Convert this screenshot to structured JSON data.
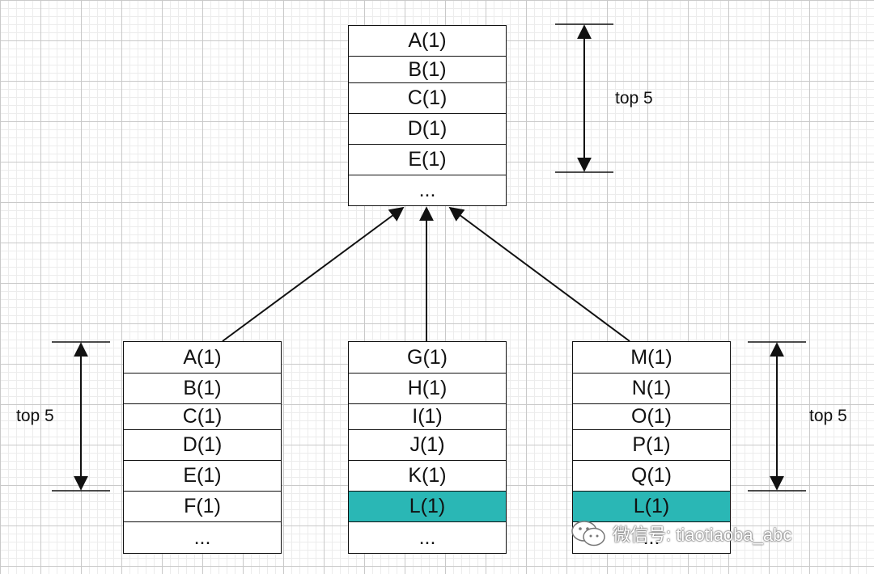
{
  "top_stack": {
    "items": [
      {
        "label": "A(1)"
      },
      {
        "label": "B(1)"
      },
      {
        "label": "C(1)"
      },
      {
        "label": "D(1)"
      },
      {
        "label": "E(1)"
      },
      {
        "label": "..."
      }
    ]
  },
  "left_stack": {
    "items": [
      {
        "label": "A(1)"
      },
      {
        "label": "B(1)"
      },
      {
        "label": "C(1)"
      },
      {
        "label": "D(1)"
      },
      {
        "label": "E(1)"
      },
      {
        "label": "F(1)"
      },
      {
        "label": "..."
      }
    ]
  },
  "middle_stack": {
    "items": [
      {
        "label": "G(1)"
      },
      {
        "label": "H(1)"
      },
      {
        "label": "I(1)"
      },
      {
        "label": "J(1)"
      },
      {
        "label": "K(1)"
      },
      {
        "label": "L(1)",
        "highlight": true
      },
      {
        "label": "..."
      }
    ]
  },
  "right_stack": {
    "items": [
      {
        "label": "M(1)"
      },
      {
        "label": "N(1)"
      },
      {
        "label": "O(1)"
      },
      {
        "label": "P(1)"
      },
      {
        "label": "Q(1)"
      },
      {
        "label": "L(1)",
        "highlight": true
      },
      {
        "label": "..."
      }
    ]
  },
  "brackets": {
    "top_label": "top 5",
    "left_label": "top 5",
    "right_label": "top 5"
  },
  "watermark": {
    "text": "微信号: tiaotiaoba_abc"
  },
  "colors": {
    "highlight": "#2ab7b5",
    "line": "#111111"
  }
}
